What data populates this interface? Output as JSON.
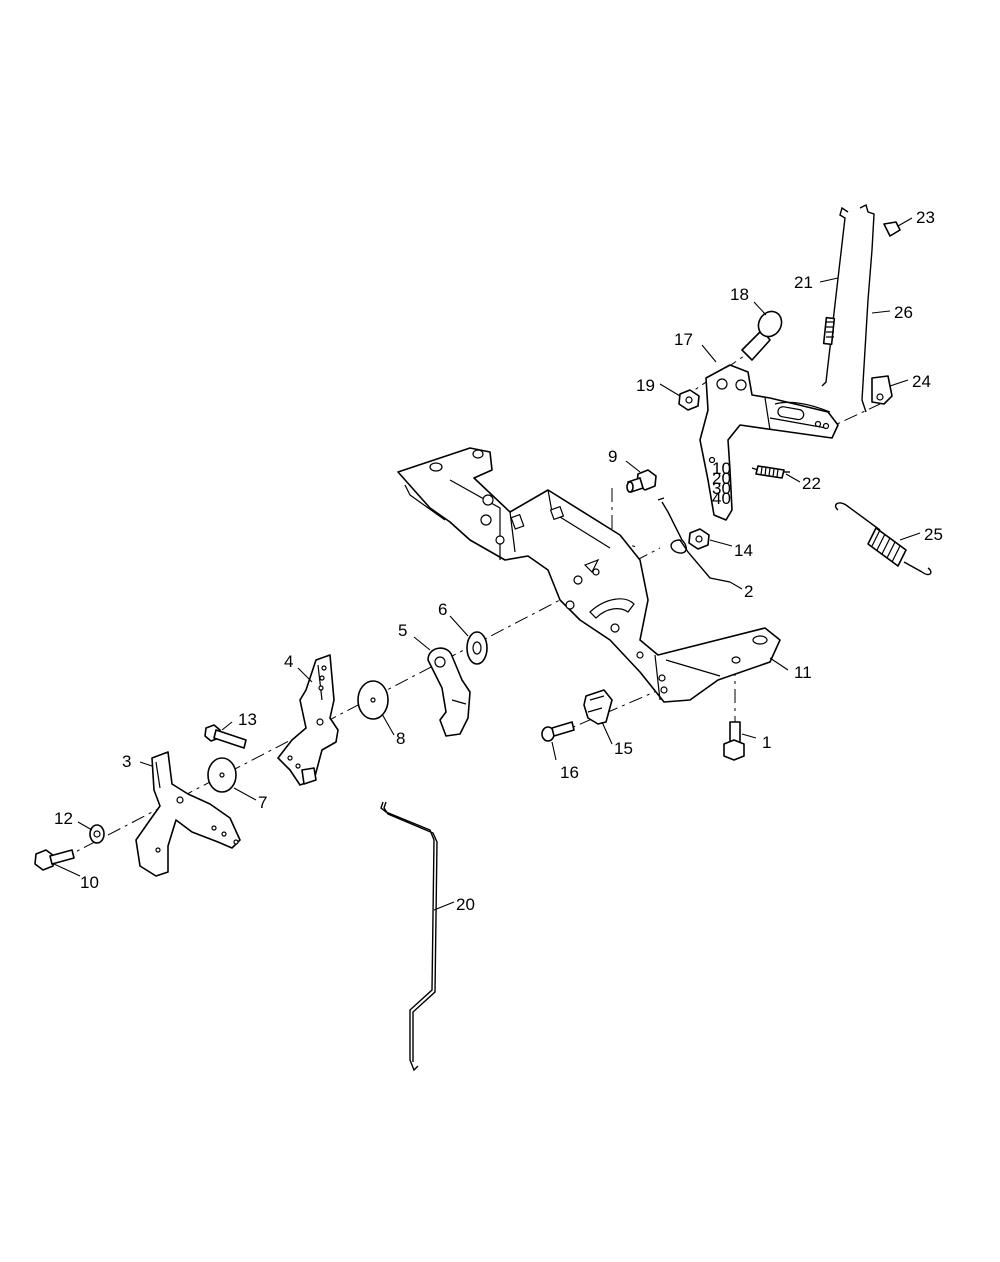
{
  "callouts": [
    {
      "id": "c1",
      "text": "1"
    },
    {
      "id": "c2",
      "text": "2"
    },
    {
      "id": "c3",
      "text": "3"
    },
    {
      "id": "c4",
      "text": "4"
    },
    {
      "id": "c5",
      "text": "5"
    },
    {
      "id": "c6",
      "text": "6"
    },
    {
      "id": "c7",
      "text": "7"
    },
    {
      "id": "c8",
      "text": "8"
    },
    {
      "id": "c9",
      "text": "9"
    },
    {
      "id": "c10",
      "text": "10"
    },
    {
      "id": "c11",
      "text": "11"
    },
    {
      "id": "c12",
      "text": "12"
    },
    {
      "id": "c13",
      "text": "13"
    },
    {
      "id": "c14",
      "text": "14"
    },
    {
      "id": "c15",
      "text": "15"
    },
    {
      "id": "c16",
      "text": "16"
    },
    {
      "id": "c17",
      "text": "17"
    },
    {
      "id": "c18",
      "text": "18"
    },
    {
      "id": "c19",
      "text": "19"
    },
    {
      "id": "c20",
      "text": "20"
    },
    {
      "id": "c21",
      "text": "21"
    },
    {
      "id": "c22",
      "text": "22"
    },
    {
      "id": "c23",
      "text": "23"
    },
    {
      "id": "c24",
      "text": "24"
    },
    {
      "id": "c25",
      "text": "25"
    },
    {
      "id": "c26",
      "text": "26"
    }
  ],
  "lever_scale_marks": [
    "10",
    "20",
    "30",
    "40"
  ]
}
